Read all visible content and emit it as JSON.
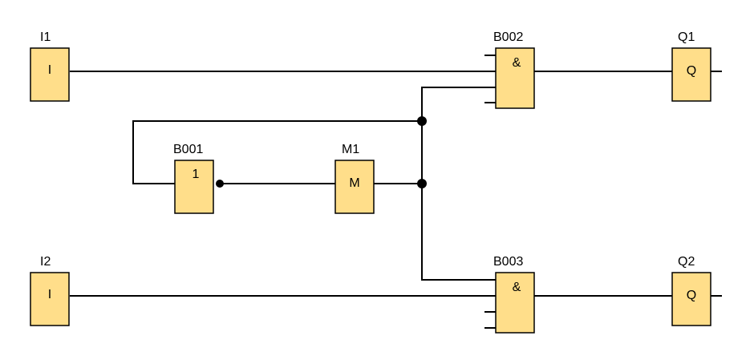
{
  "colors": {
    "block_fill": "#FFDE8A",
    "line": "#000000",
    "background": "#FFFFFF"
  },
  "blocks": {
    "i1": {
      "label": "I1",
      "symbol": "I"
    },
    "i2": {
      "label": "I2",
      "symbol": "I"
    },
    "b001": {
      "label": "B001",
      "symbol": "1"
    },
    "m1": {
      "label": "M1",
      "symbol": "M"
    },
    "b002": {
      "label": "B002",
      "symbol": "&"
    },
    "b003": {
      "label": "B003",
      "symbol": "&"
    },
    "q1": {
      "label": "Q1",
      "symbol": "Q"
    },
    "q2": {
      "label": "Q2",
      "symbol": "Q"
    }
  }
}
